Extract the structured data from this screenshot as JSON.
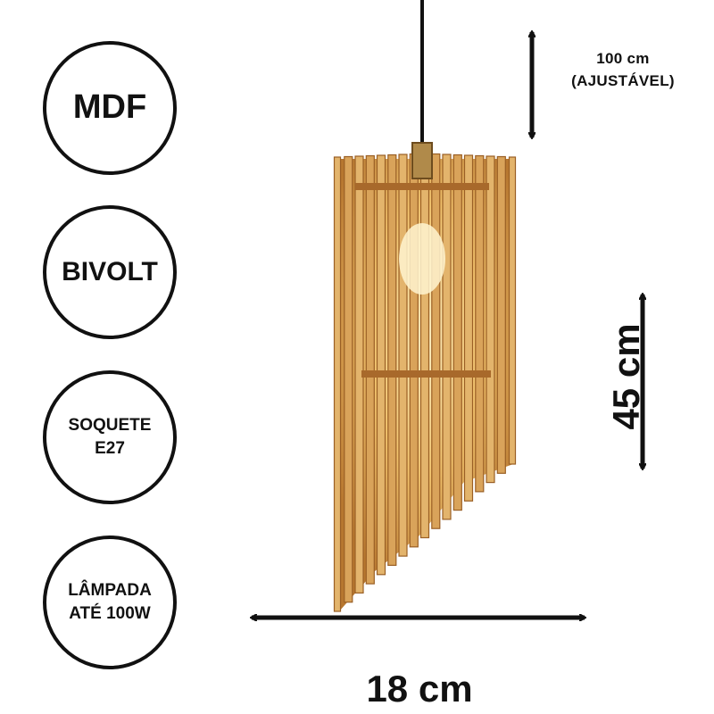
{
  "badges": {
    "material": "MDF",
    "voltage": "BIVOLT",
    "socket": [
      "SOQUETE",
      "E27"
    ],
    "bulb": [
      "LÂMPADA",
      "ATÉ 100W"
    ]
  },
  "dimensions": {
    "cable": [
      "100 cm",
      "(AJUSTÁVEL)"
    ],
    "height": "45 cm",
    "width": "18 cm"
  },
  "colors": {
    "ink": "#111111",
    "wood": "#d9a35a",
    "wood_dark": "#a8692b",
    "glow": "#f7d58c"
  },
  "icons": [
    "double-arrow-vertical-icon",
    "double-arrow-horizontal-icon",
    "pendant-lamp-illustration"
  ]
}
